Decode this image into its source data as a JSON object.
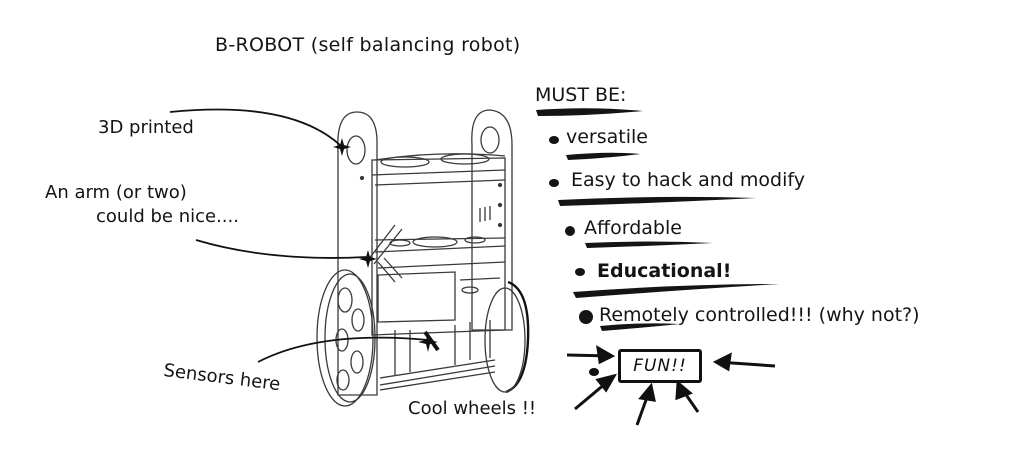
{
  "title": "B-ROBOT (self balancing robot)",
  "requirements": {
    "heading": "MUST BE:",
    "items": [
      {
        "label": "versatile",
        "bold": false
      },
      {
        "label": "Easy to hack and modify",
        "bold": false
      },
      {
        "label": "Affordable",
        "bold": false
      },
      {
        "label": "Educational!",
        "bold": true
      },
      {
        "label": "Remotely controlled!!! (why not?)",
        "bold": false
      }
    ],
    "fun": "FUN!!"
  },
  "annotations": {
    "printed": "3D printed",
    "arm_line1": "An arm (or two)",
    "arm_line2": "could be nice....",
    "sensors": "Sensors here",
    "wheels": "Cool wheels !!"
  },
  "colors": {
    "ink": "#141414",
    "background": "#ffffff",
    "sketch": "#444444"
  }
}
